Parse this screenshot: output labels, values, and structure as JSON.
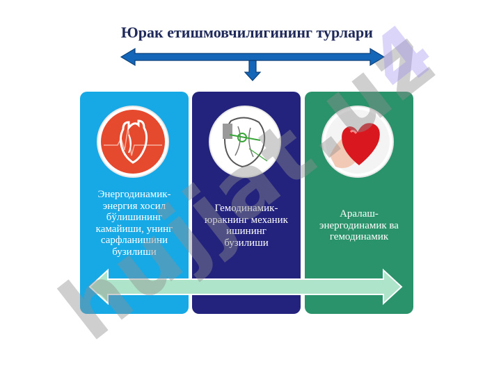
{
  "slide": {
    "title": "Юрак етишмовчилигининг турлари"
  },
  "panels": [
    {
      "lines": [
        "Энергодинамик-",
        "энергия хосил",
        "бўлишининг",
        "камайиши, унинг",
        "сарфланишини",
        "бузилиши"
      ]
    },
    {
      "lines": [
        "Гемодинамик-",
        "юракнинг механик",
        "ишининг",
        "бузилиши"
      ]
    },
    {
      "lines": [
        "Аралаш-",
        "энергодинамик ва",
        "гемодинамик"
      ]
    }
  ],
  "colors": {
    "panel_1": "#17a9e6",
    "panel_2": "#23237e",
    "panel_3": "#2b936b",
    "top_arrow": "#1466b8",
    "bottom_arrow": "#aee4c9"
  },
  "watermark": {
    "text": "hujjat.uz 4"
  }
}
